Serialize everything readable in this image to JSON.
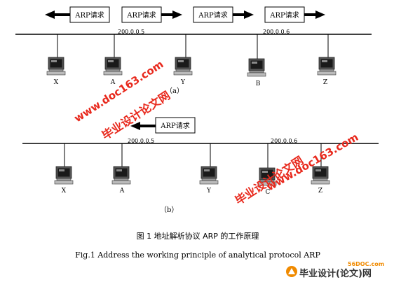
{
  "panel_a": {
    "requests": [
      "ARP请求",
      "ARP请求",
      "ARP请求",
      "ARP请求"
    ],
    "hosts": [
      "X",
      "A",
      "Y",
      "B",
      "Z"
    ],
    "ips": [
      "200.0.0.5",
      "200.0.0.6"
    ],
    "caption": "（a）"
  },
  "panel_b": {
    "request": "ARP请求",
    "hosts": [
      "X",
      "A",
      "Y",
      "C",
      "Z"
    ],
    "ips": [
      "200.0.0.5",
      "200.0.0.6"
    ],
    "caption": "（b）"
  },
  "figure": {
    "title_cn": "图 1  地址解析协议 ARP 的工作原理",
    "title_en": "Fig.1 Address the working principle of analytical protocol ARP"
  },
  "watermarks": {
    "cn": "毕业设计论文网",
    "url": "www.doc163.com",
    "logo_site": "56DOC.com",
    "logo_text": "毕业设计(论文)网"
  },
  "colors": {
    "watermark": "#e8281c",
    "logo_orange": "#f08a00",
    "line": "#000000"
  }
}
